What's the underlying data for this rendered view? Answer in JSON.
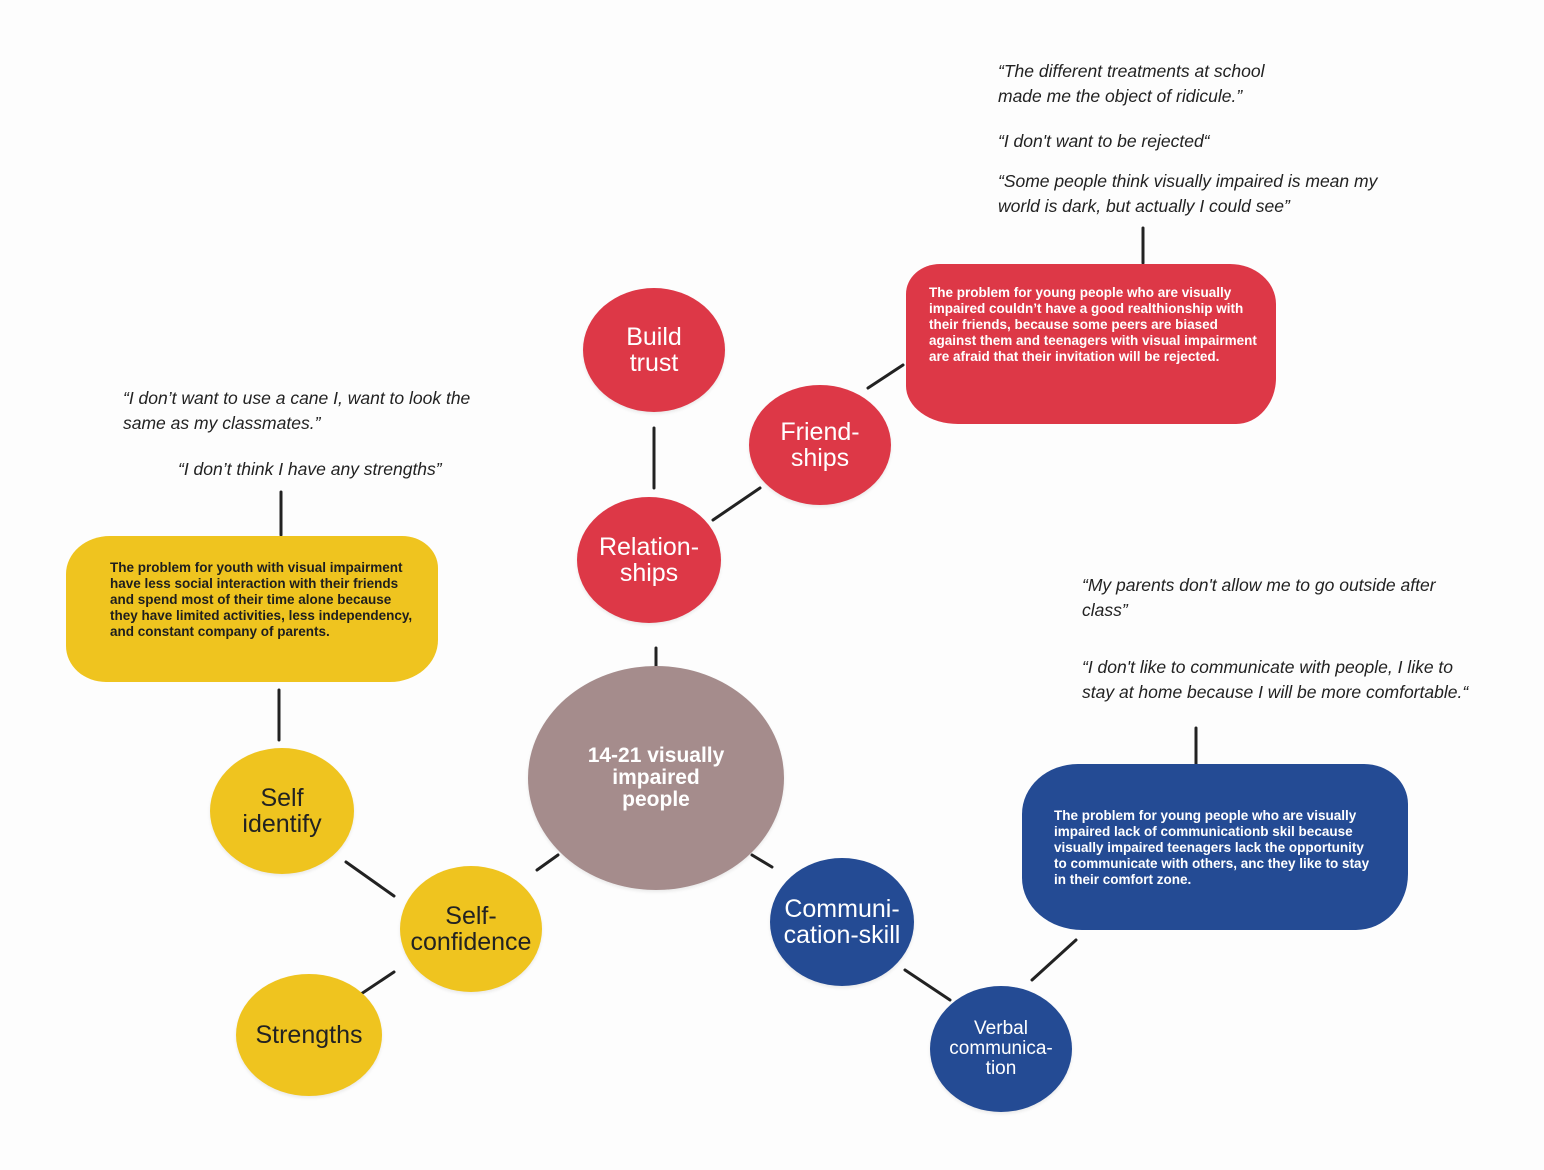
{
  "colors": {
    "red": "#dd3847",
    "yellow": "#efc41f",
    "blue": "#244b94",
    "center": "#a58c8c",
    "line": "#222222"
  },
  "nodes": {
    "center": "14-21 visually\nimpaired\npeople",
    "relationships": "Relation-\nships",
    "friendships": "Friend-\nships",
    "build_trust": "Build\ntrust",
    "self_confidence": "Self-\nconfidence",
    "self_identify": "Self\nidentify",
    "strengths": "Strengths",
    "communication_skill": "Communi-\ncation-skill",
    "verbal_communication": "Verbal\ncommunica-\ntion"
  },
  "problems": {
    "friendships": "The problem for young people who are visually impaired couldn’t have a good realthionship with their friends, because some peers are biased against them and teenagers with visual impairment are afraid that their invitation will be rejected.",
    "self_confidence": "The problem for youth with visual impairment have less social interaction with their friends and spend most of their time alone because they have limited activities, less independency, and constant company of parents.",
    "communication": "The problem for young people who are visually impaired lack of communicationb skil because visually impaired teenagers lack the opportunity to communicate with others, anc they like to stay in their comfort zone."
  },
  "quotes": {
    "friendships": [
      "“The different treatments at school made me the object of ridicule.”",
      "“I don't want to be rejected“",
      "“Some people think visually impaired is mean my world is dark, but actually I could see”"
    ],
    "self_confidence": [
      "“I don’t want to use a cane I, want to look the same as my classmates.”",
      "“I don’t think I have any strengths”"
    ],
    "communication": [
      "“My parents don't allow me to go outside after class”",
      "“I don't like to communicate with people, I like to stay at home because I will be more comfortable.“"
    ]
  }
}
